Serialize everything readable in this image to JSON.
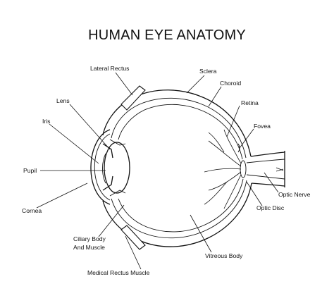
{
  "title": "HUMAN EYE ANATOMY",
  "labels": {
    "lateral_rectus": "Lateral Rectus",
    "sclera": "Sclera",
    "choroid": "Choroid",
    "lens": "Lens",
    "retina": "Retina",
    "iris": "Iris",
    "fovea": "Fovea",
    "pupil": "Pupil",
    "optic_nerve": "Optic Nerve",
    "cornea": "Cornea",
    "optic_disc": "Optic Disc",
    "ciliary_body_line1": "Ciliary Body",
    "ciliary_body_line2": "And Muscle",
    "vitreous_body": "Vitreous Body",
    "medical_rectus": "Medical Rectus Muscle"
  }
}
